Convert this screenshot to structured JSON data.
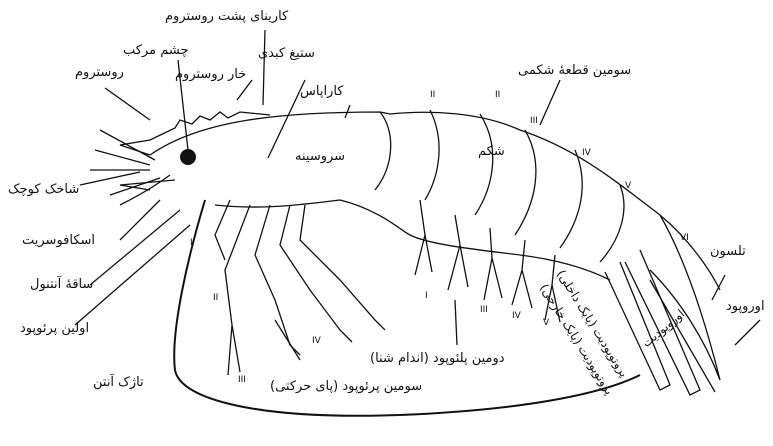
{
  "labels": {
    "carapace_rostrum_crest": "کارینای پشت روستروم",
    "compound_eye": "چشم مرکب",
    "gastric_ridge": "ستیغ کبدی",
    "rostrum": "روستروم",
    "rostral_spine": "خار روستروم",
    "carapace": "کاراپاس",
    "cephalothorax": "سروسینه",
    "third_abdominal_segment": "سومین قطعهٔ شکمی",
    "abdomen": "شکم",
    "antennule": "شاخک کوچک",
    "scaphocerite": "اسکافوسریت",
    "antennal_peduncle": "ساقهٔ آنتنول",
    "first_pereiopod": "اولین پرئوپود",
    "antenna_flagellum": "تاژک آنتن",
    "second_pleopod": "دومین پلئوپود (اندام شنا)",
    "third_pereiopod": "سومین پرئوپود (پای حرکتی)",
    "telson": "تلسون",
    "uropod": "اوروپود",
    "endopod": "پروتوپودیت (پایک داخلی)",
    "exopod": "پروتوپودیت (پایک خارجی)",
    "uropodite": "اوروپودیت"
  },
  "segment_numerals": [
    "I",
    "II",
    "III",
    "IV",
    "V",
    "VI"
  ],
  "colors": {
    "ink": "#111111",
    "eye": "#111111",
    "paper": "#ffffff"
  }
}
